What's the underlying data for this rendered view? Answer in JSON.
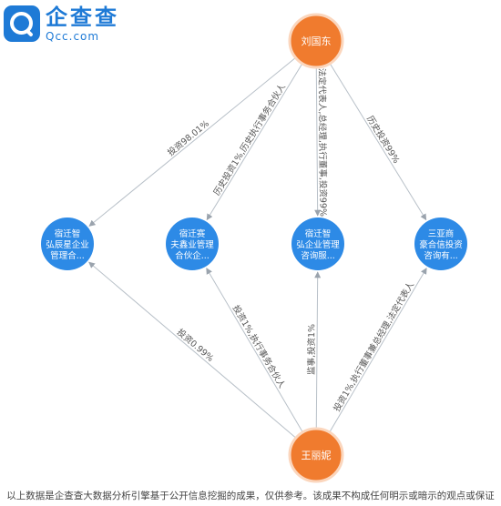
{
  "logo": {
    "cn": "企查查",
    "en": "Qcc.com"
  },
  "colors": {
    "person": "#f07b2e",
    "company": "#2d8ae6",
    "edge": "#b8c0c8",
    "label": "#555555"
  },
  "nodes": {
    "p1": {
      "kind": "person",
      "label": [
        "刘国东"
      ]
    },
    "p2": {
      "kind": "person",
      "label": [
        "王丽妮"
      ]
    },
    "c1": {
      "kind": "company",
      "label": [
        "宿迁智",
        "弘辰星企业",
        "管理合..."
      ]
    },
    "c2": {
      "kind": "company",
      "label": [
        "宿迁赛",
        "夫鑫业管理",
        "合伙企..."
      ]
    },
    "c3": {
      "kind": "company",
      "label": [
        "宿迁智",
        "弘企业管理",
        "咨询服..."
      ]
    },
    "c4": {
      "kind": "company",
      "label": [
        "三亚商",
        "豪合信投资",
        "咨询有..."
      ]
    }
  },
  "edges": [
    {
      "from": "p1",
      "to": "c1",
      "label": "投资98.01%"
    },
    {
      "from": "p1",
      "to": "c2",
      "label": "历史投资1%,历史执行事务合伙人"
    },
    {
      "from": "p1",
      "to": "c3",
      "label": "法定代表人,总经理,执行董事,投资99%"
    },
    {
      "from": "p1",
      "to": "c4",
      "label": "历史投资99%"
    },
    {
      "from": "p2",
      "to": "c1",
      "label": "投资0.99%"
    },
    {
      "from": "p2",
      "to": "c2",
      "label": "投资1%,执行事务合伙人"
    },
    {
      "from": "p2",
      "to": "c3",
      "label": "监事,投资1%"
    },
    {
      "from": "p2",
      "to": "c4",
      "label": "投资1%,执行董事兼总经理,法定代表人"
    }
  ],
  "disclaimer": "以上数据是企查查大数据分析引擎基于公开信息挖掘的成果，仅供参考。该成果不构成任何明示或暗示的观点或保证"
}
